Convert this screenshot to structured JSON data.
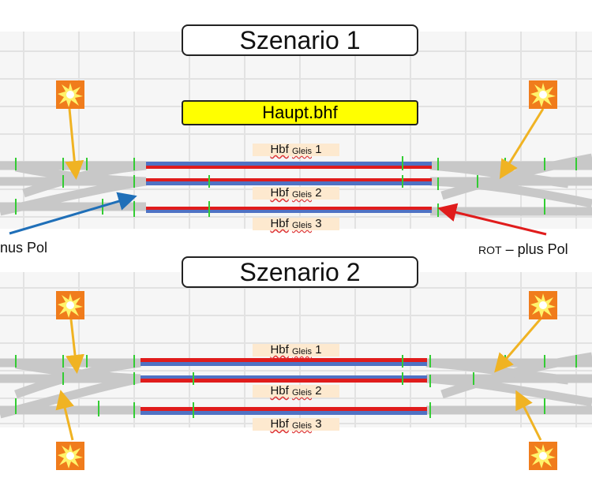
{
  "scenario1": {
    "title": "Szenario 1",
    "station": "Haupt.bhf",
    "tracks": [
      {
        "hbf": "Hbf",
        "gleis": "Gleis",
        "num": "1"
      },
      {
        "hbf": "Hbf",
        "gleis": "Gleis",
        "num": "2"
      },
      {
        "hbf": "Hbf",
        "gleis": "Gleis",
        "num": "3"
      }
    ],
    "left_label": "nus Pol",
    "right_label_prefix": "ROT",
    "right_label_suffix": " – plus Pol"
  },
  "scenario2": {
    "title": "Szenario 2",
    "tracks": [
      {
        "hbf": "Hbf",
        "gleis": "Gleis",
        "num": "1"
      },
      {
        "hbf": "Hbf",
        "gleis": "Gleis",
        "num": "2"
      },
      {
        "hbf": "Hbf",
        "gleis": "Gleis",
        "num": "3"
      }
    ]
  },
  "colors": {
    "red_rail": "#e01c1c",
    "blue_rail": "#4f72c4",
    "track_gray": "#c8c8c8",
    "green_marker": "#33cc33",
    "arrow_orange": "#f0b323",
    "arrow_blue": "#1f6fb8",
    "arrow_red": "#e01c1c"
  }
}
